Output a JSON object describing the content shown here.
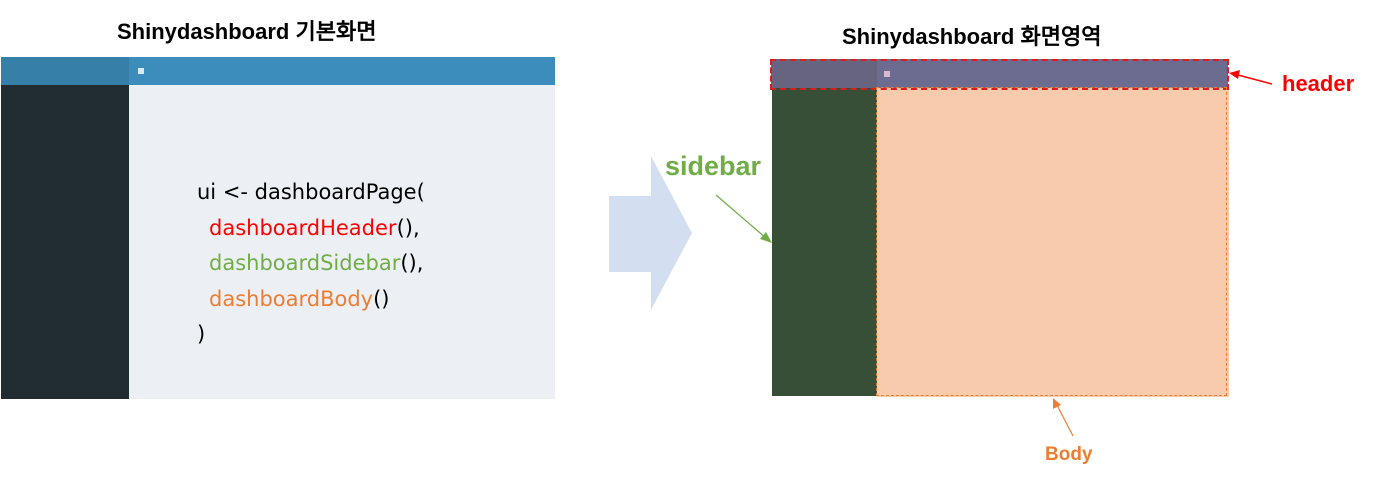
{
  "left_title": "Shinydashboard 기본화면",
  "right_title": "Shinydashboard 화면영역",
  "code": {
    "line1": "ui <- dashboardPage(",
    "header_fn": "dashboardHeader",
    "header_suffix": "(),",
    "sidebar_fn": "dashboardSidebar",
    "sidebar_suffix": "(),",
    "body_fn": "dashboardBody",
    "body_suffix": "()",
    "close": ")"
  },
  "labels": {
    "sidebar": "sidebar",
    "header": "header",
    "body": "Body"
  },
  "colors": {
    "header": "#ff0000",
    "sidebar": "#70ad47",
    "body": "#ed7d31",
    "shiny_blue": "#3c8dbc",
    "shiny_dark": "#222d32",
    "shiny_light": "#ecf0f5",
    "arrow": "#d3dff1"
  },
  "icons": {
    "arrow": "right-block-arrow",
    "toggle": "sidebar-toggle-icon"
  }
}
